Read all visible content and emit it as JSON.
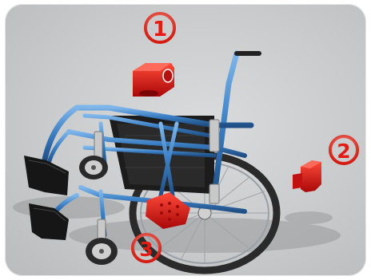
{
  "markers": [
    {
      "label": "1"
    },
    {
      "label": "2"
    },
    {
      "label": "3"
    }
  ],
  "colors": {
    "background": "#c9cbcc",
    "frame_blue": "#3b7fc4",
    "seat": "#1c1c1c",
    "accent_red": "#d81414",
    "tire": "#2a2a2a",
    "metal": "#c8c8c8"
  },
  "icons": [
    "wheelchair-exploded-illustration",
    "red-armrest-block-icon",
    "red-brake-part-icon",
    "red-footplate-icon"
  ]
}
